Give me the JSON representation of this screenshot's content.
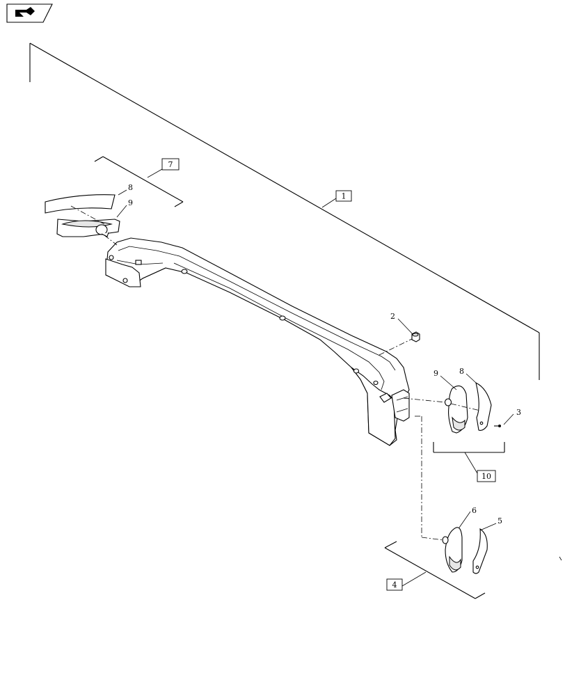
{
  "header": {
    "icon": "book-arrow-icon"
  },
  "assembly_boxes": [
    {
      "id": "box-1",
      "label": "1"
    },
    {
      "id": "box-7",
      "label": "7"
    },
    {
      "id": "box-10",
      "label": "10"
    },
    {
      "id": "box-4",
      "label": "4"
    }
  ],
  "callouts": [
    {
      "id": "callout-8-top",
      "label": "8"
    },
    {
      "id": "callout-9-top",
      "label": "9"
    },
    {
      "id": "callout-2",
      "label": "2"
    },
    {
      "id": "callout-9-right",
      "label": "9"
    },
    {
      "id": "callout-8-right",
      "label": "8"
    },
    {
      "id": "callout-3",
      "label": "3"
    },
    {
      "id": "callout-6",
      "label": "6"
    },
    {
      "id": "callout-5",
      "label": "5"
    }
  ]
}
